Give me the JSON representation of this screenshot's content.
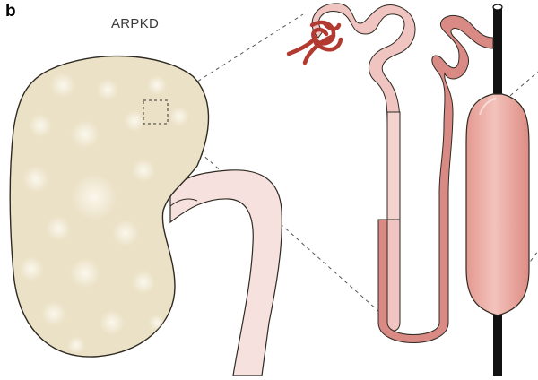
{
  "figure": {
    "panel_letter": "b",
    "title": "ARPKD"
  },
  "colors": {
    "kidney_fill": "#ebe1c6",
    "kidney_outline": "#2e2a22",
    "cyst_spot": "#f6f1e2",
    "ureter_fill": "#f7e1de",
    "proximal_tubule": "#f0c4c0",
    "distal_tubule": "#d98a84",
    "glomerulus": "#b23a30",
    "collecting_duct": "#111111",
    "cyst": "#eaa8a0"
  },
  "icons": [
    "kidney-illustration",
    "nephron-illustration",
    "collecting-duct-cyst"
  ]
}
